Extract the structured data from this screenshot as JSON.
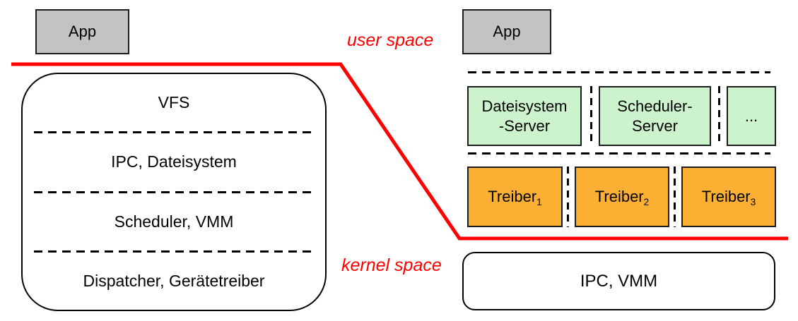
{
  "colors": {
    "boundary_red": "#ff0000",
    "app_gray": "#c3c3c3",
    "server_green": "#ccf3cc",
    "driver_orange": "#fbb034",
    "border_black": "#1c1c1c"
  },
  "regions": {
    "user_space_label": "user space",
    "kernel_space_label": "kernel space"
  },
  "monolithic": {
    "app_label": "App",
    "kernel_layers": [
      "VFS",
      "IPC, Dateisystem",
      "Scheduler, VMM",
      "Dispatcher, Gerätetreiber"
    ]
  },
  "microkernel": {
    "app_label": "App",
    "servers": [
      {
        "label": "Dateisystem\n-Server"
      },
      {
        "label": "Scheduler-\nServer"
      },
      {
        "label": "..."
      }
    ],
    "drivers": [
      {
        "base": "Treiber",
        "sub": "1"
      },
      {
        "base": "Treiber",
        "sub": "2"
      },
      {
        "base": "Treiber",
        "sub": "3"
      }
    ],
    "kernel_label": "IPC, VMM"
  }
}
